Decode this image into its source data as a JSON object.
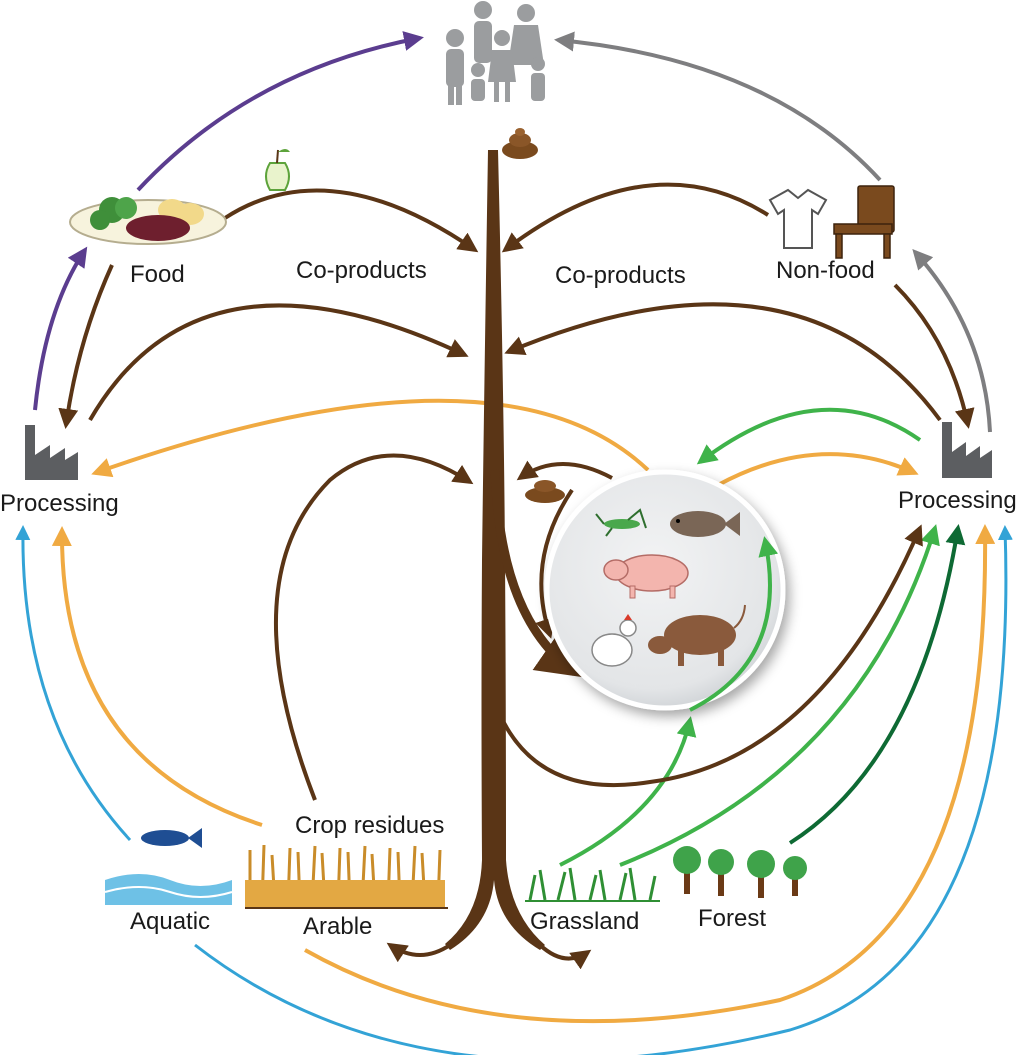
{
  "labels": {
    "food": "Food",
    "co_products_left": "Co-products",
    "co_products_right": "Co-products",
    "non_food": "Non-food",
    "processing_left": "Processing",
    "processing_right": "Processing",
    "crop_residues": "Crop residues",
    "aquatic": "Aquatic",
    "arable": "Arable",
    "grassland": "Grassland",
    "forest": "Forest"
  },
  "icons": {
    "humans": "people-family-icon",
    "manure_top": "manure-icon",
    "manure_livestock": "manure-icon",
    "apple_core": "apple-core-icon",
    "food_plate": "food-plate-icon",
    "shirt": "shirt-icon",
    "chair": "chair-icon",
    "factory_left": "factory-icon",
    "factory_right": "factory-icon",
    "livestock": "livestock-circle-icon",
    "fish": "tuna-fish-icon",
    "water": "water-waves-icon",
    "wheat": "wheat-field-icon",
    "grass": "grass-icon",
    "trees": "trees-icon"
  },
  "colors": {
    "brown": "#5a3516",
    "purple": "#5b3d8f",
    "gray": "#7e7e80",
    "orange": "#f0aa42",
    "green": "#3fb34a",
    "dark_green": "#0e6a34",
    "blue": "#33a3d6"
  }
}
